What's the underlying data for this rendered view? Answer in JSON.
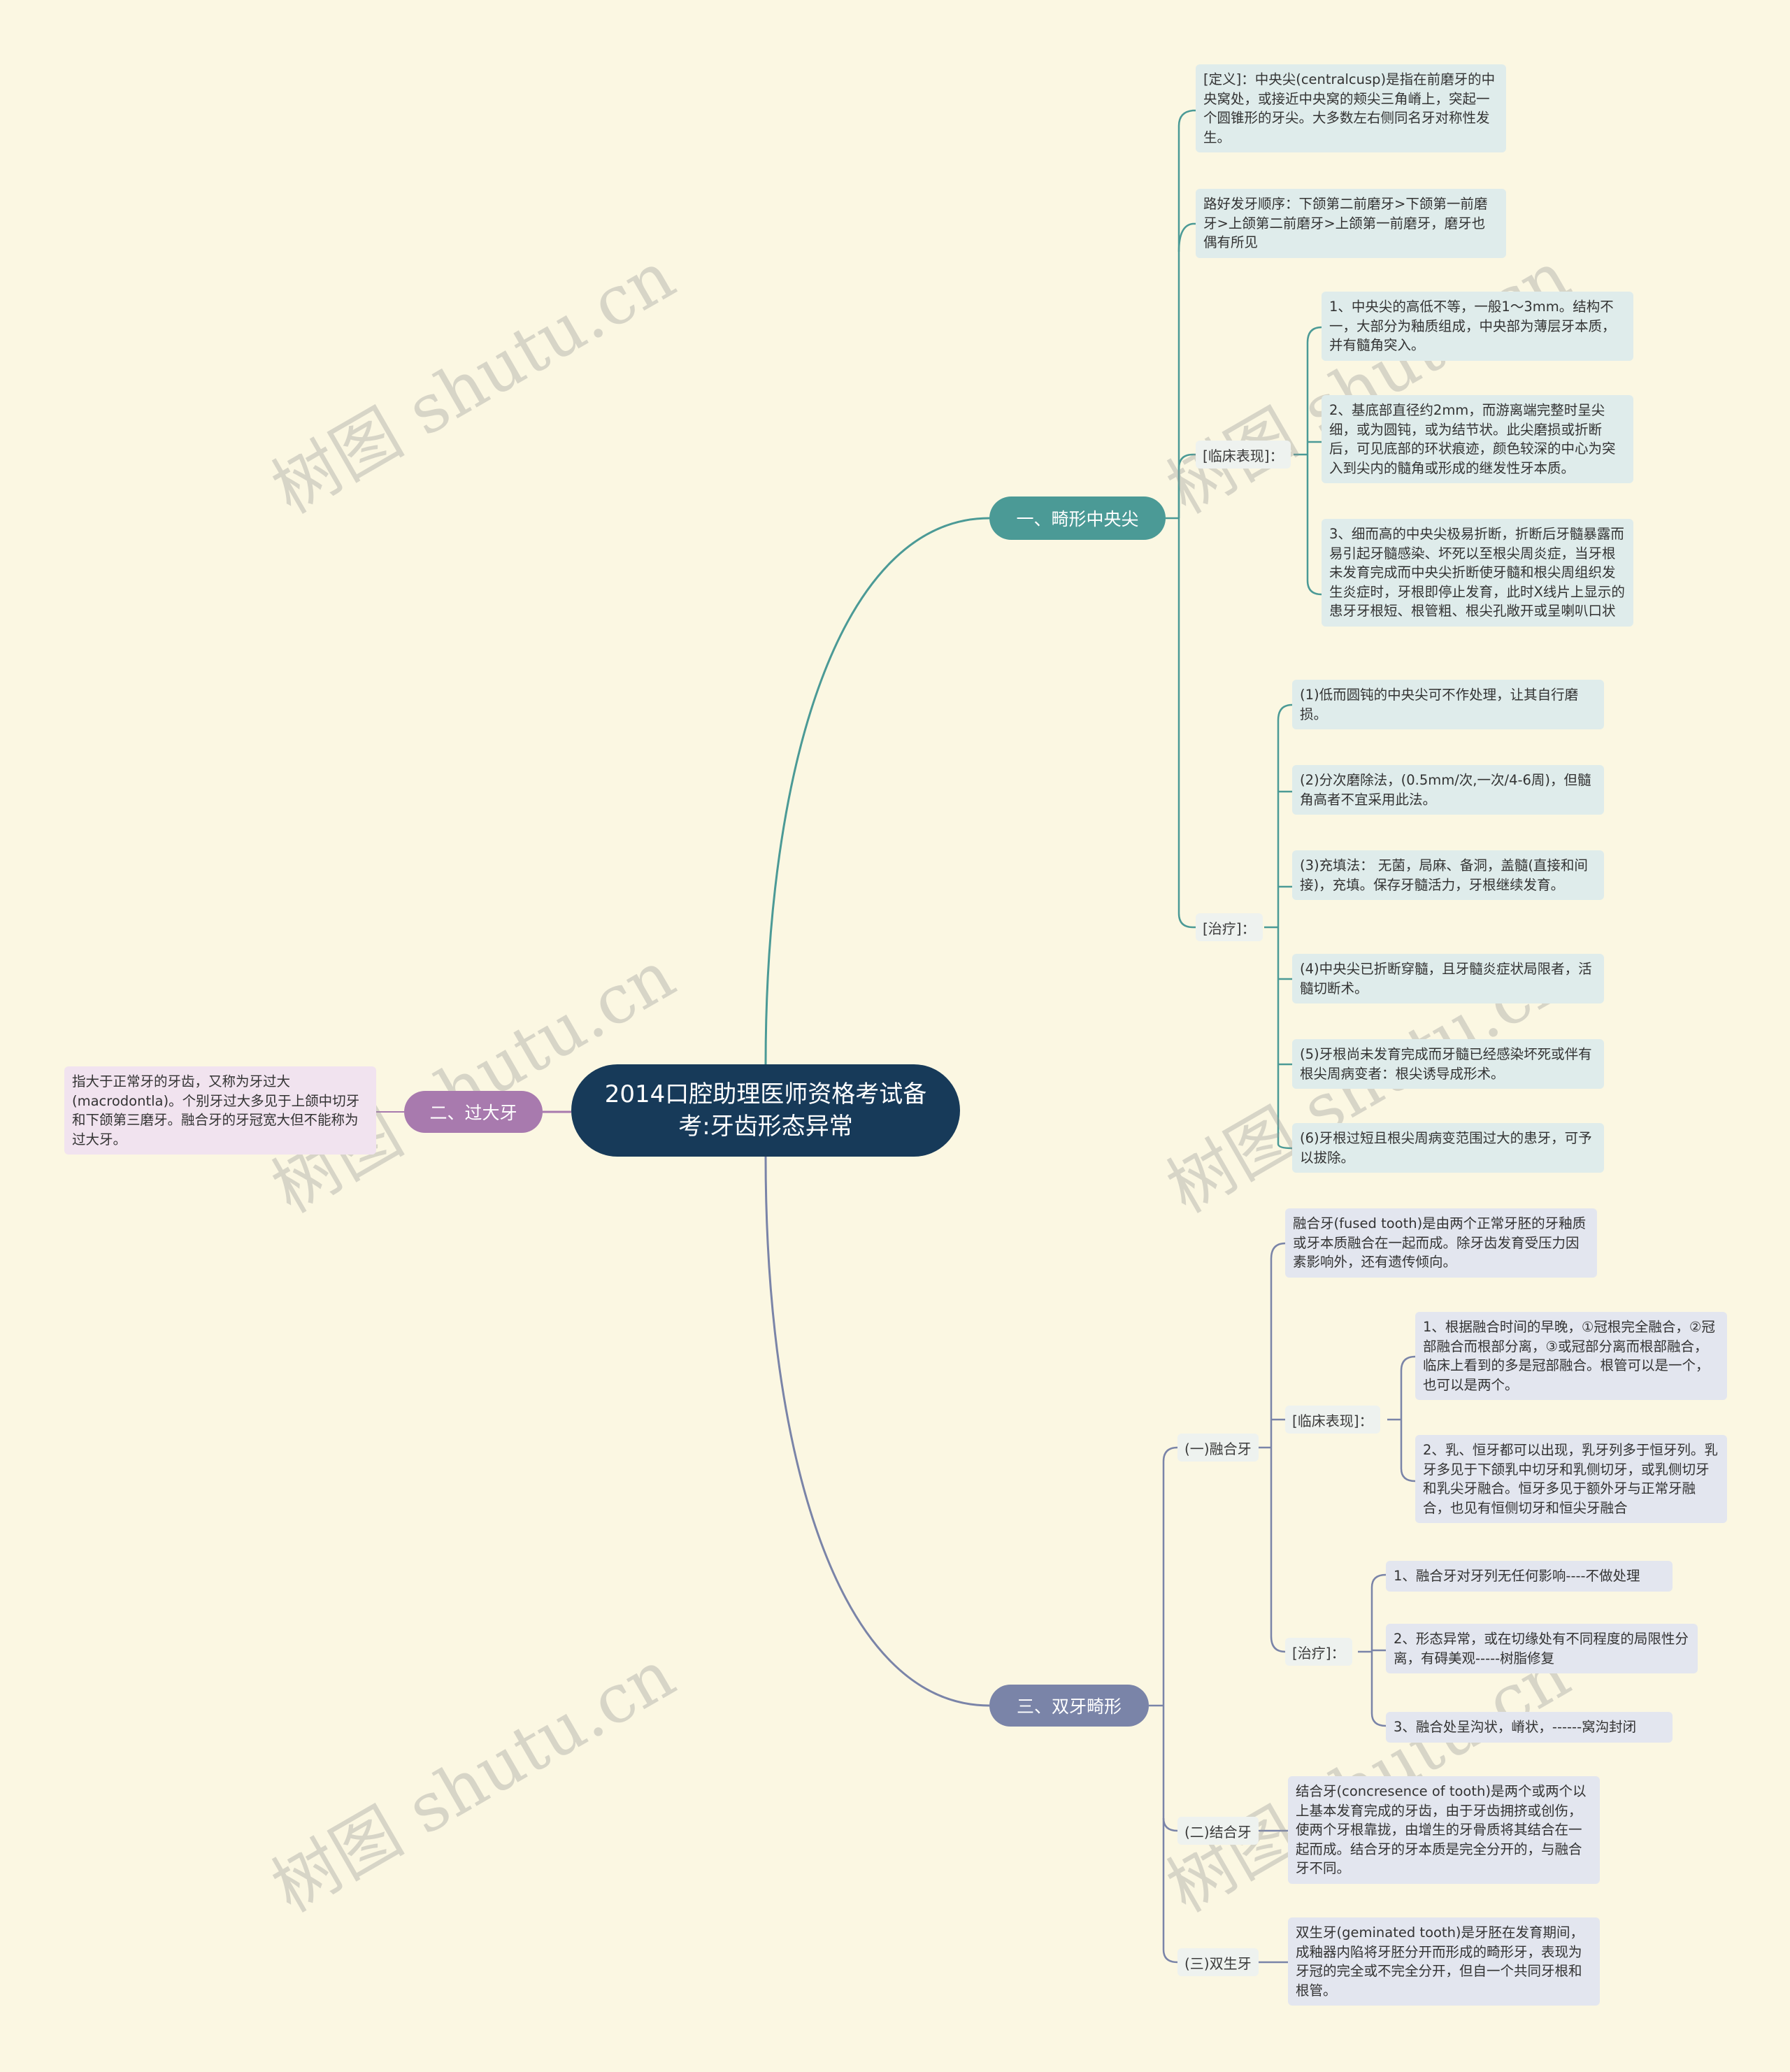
{
  "root": {
    "title": "2014口腔助理医师资格考试备考:牙齿形态异常"
  },
  "branch1": {
    "label": "一、畸形中央尖",
    "definition": "[定义]：中央尖(centralcusp)是指在前磨牙的中央窝处，或接近中央窝的颊尖三角嵴上，突起一个圆锥形的牙尖。大多数左右侧同名牙对称性发生。",
    "order": "路好发牙顺序：下颌第二前磨牙>下颌第一前磨牙>上颌第二前磨牙>上颌第一前磨牙，磨牙也偶有所见",
    "clinical": {
      "label": "[临床表现]：",
      "items": [
        "1、中央尖的高低不等，一般1～3mm。结构不一，大部分为釉质组成，中央部为薄层牙本质，并有髓角突入。",
        "2、基底部直径约2mm，而游离端完整时呈尖细，或为圆钝，或为结节状。此尖磨损或折断后，可见底部的环状痕迹，颜色较深的中心为突入到尖内的髓角或形成的继发性牙本质。",
        "3、细而高的中央尖极易折断，折断后牙髓暴露而易引起牙髓感染、坏死以至根尖周炎症，当牙根未发育完成而中央尖折断使牙髓和根尖周组织发生炎症时，牙根即停止发育，此时X线片上显示的患牙牙根短、根管粗、根尖孔敞开或呈喇叭口状"
      ]
    },
    "treatment": {
      "label": "[治疗]：",
      "items": [
        "(1)低而圆钝的中央尖可不作处理，让其自行磨损。",
        "(2)分次磨除法，(0.5mm/次,一次/4-6周)，但髓角高者不宜采用此法。",
        "(3)充填法： 无菌，局麻、备洞，盖髓(直接和间接)，充填。保存牙髓活力，牙根继续发育。",
        "(4)中央尖已折断穿髓，且牙髓炎症状局限者，活髓切断术。",
        "(5)牙根尚未发育完成而牙髓已经感染坏死或伴有根尖周病变者：根尖诱导成形术。",
        "(6)牙根过短且根尖周病变范围过大的患牙，可予以拔除。"
      ]
    }
  },
  "branch2": {
    "label": "二、过大牙",
    "text": "指大于正常牙的牙齿，又称为牙过大(macrodontla)。个别牙过大多见于上颌中切牙和下颌第三磨牙。融合牙的牙冠宽大但不能称为过大牙。"
  },
  "branch3": {
    "label": "三、双牙畸形",
    "fused": {
      "label": "(一)融合牙",
      "definition": "融合牙(fused tooth)是由两个正常牙胚的牙釉质或牙本质融合在一起而成。除牙齿发育受压力因素影响外，还有遗传倾向。",
      "clinical": {
        "label": "[临床表现]：",
        "items": [
          "1、根据融合时间的早晚，①冠根完全融合，②冠部融合而根部分离，③或冠部分离而根部融合，临床上看到的多是冠部融合。根管可以是一个，也可以是两个。",
          "2、乳、恒牙都可以出现，乳牙列多于恒牙列。乳牙多见于下颌乳中切牙和乳侧切牙，或乳侧切牙和乳尖牙融合。恒牙多见于额外牙与正常牙融合，也见有恒侧切牙和恒尖牙融合"
        ]
      },
      "treatment": {
        "label": "[治疗]：",
        "items": [
          "1、融合牙对牙列无任何影响----不做处理",
          "2、形态异常，或在切缘处有不同程度的局限性分离，有碍美观-----树脂修复",
          "3、融合处呈沟状，嵴状，------窝沟封闭"
        ]
      }
    },
    "concrescence": {
      "label": "(二)结合牙",
      "text": "结合牙(concresence of tooth)是两个或两个以上基本发育完成的牙齿，由于牙齿拥挤或创伤，使两个牙根靠拢，由增生的牙骨质将其结合在一起而成。结合牙的牙本质是完全分开的，与融合牙不同。"
    },
    "geminated": {
      "label": "(三)双生牙",
      "text": "双生牙(geminated tooth)是牙胚在发育期间，成釉器内陷将牙胚分开而形成的畸形牙，表现为牙冠的完全或不完全分开，但自一个共同牙根和根管。"
    }
  },
  "watermark": "树图 shutu.cn",
  "colors": {
    "root": "#173a59",
    "branch1": "#4b9a96",
    "branch2": "#a87aae",
    "branch3": "#7a84a8",
    "background": "#fbf7e2"
  }
}
